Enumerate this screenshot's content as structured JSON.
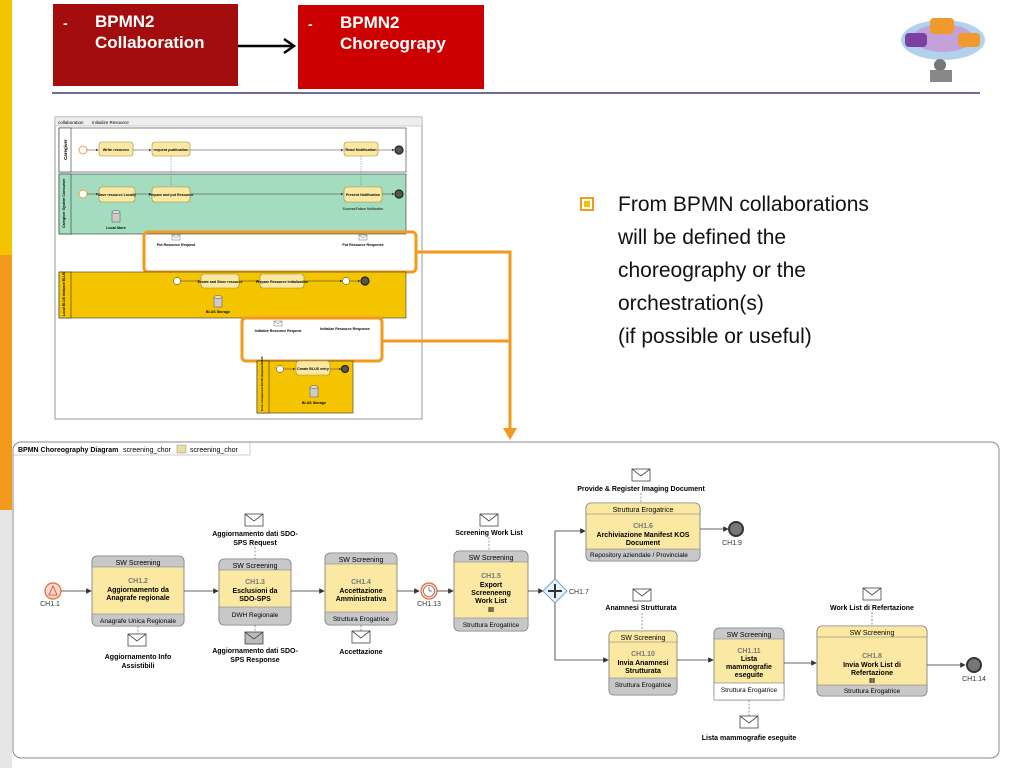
{
  "header": {
    "collab_dash": "-",
    "collab_line1": "BPMN2",
    "collab_line2": "Collaboration",
    "choreo_dash": "-",
    "choreo_line1": "BPMN2",
    "choreo_line2": "Choreograpy"
  },
  "colors": {
    "dark_red": "#a30d0d",
    "red": "#cc0000",
    "orange": "#f39a1e",
    "yellow": "#f5c400"
  },
  "bullet": {
    "line1": "From BPMN collaborations",
    "line2": "will be defined the",
    "line3": "choreography or the",
    "line4": "orchestration(s)",
    "line5": "(if possible or useful)"
  },
  "collab": {
    "tab": "collaboration",
    "tab2": "Initialize Resource",
    "lane1": "Caregiver",
    "lane2": "Caregiver System Consumer",
    "lane3": "Local BLUS Instance BLUS",
    "lane4": "Core component BLUS Hospital BLUS",
    "t_write": "Write resource",
    "t_request": "request publication",
    "t_read": "Read Notification",
    "t_save": "Save resource Locally",
    "t_prepare": "Prepare and put Resource",
    "t_present": "Present Notification",
    "success": "Success/Failure Notification",
    "local_store": "Local Store",
    "m_put_req": "Put Resource Request",
    "m_put_resp": "Put Resource Response",
    "t_create": "Create and Store resource",
    "t_prep_init": "Prepare Resource Initialization",
    "blus_storage": "BLUS Storage",
    "m_init_req": "Initialize Resource Request",
    "m_init_resp": "Initialize Resource Response",
    "t_create_blus": "Create BLUS entry",
    "blus_storage2": "BLUS Storage"
  },
  "choreo": {
    "title": "BPMN Choreography Diagram",
    "tab1": "screening_chor",
    "tab2": "screening_chor",
    "start": "CH1.1",
    "end1": "CH1.9",
    "end2": "CH1.14",
    "timer": "CH1.13",
    "gateway": "CH1.7",
    "act2": {
      "top": "SW Screening",
      "id": "CH1.2",
      "name1": "Aggiornamento da",
      "name2": "Anagrafe regionale",
      "bottom": "Anagrafe Unica Regionale",
      "msg_below1": "Aggiornamento Info",
      "msg_below2": "Assistibili"
    },
    "act3": {
      "top": "SW Screening",
      "id": "CH1.3",
      "name1": "Esclusioni da",
      "name2": "SDO-SPS",
      "bottom": "DWH Regionale",
      "msg_above1": "Aggiornamento dati SDO-",
      "msg_above2": "SPS Request",
      "msg_below1": "Aggiornamento dati SDO-",
      "msg_below2": "SPS Response"
    },
    "act4": {
      "top": "SW Screening",
      "id": "CH1.4",
      "name1": "Accettazione",
      "name2": "Amministrativa",
      "bottom": "Struttura Erogatrice",
      "msg_below": "Accettazione"
    },
    "act5": {
      "top": "SW Screening",
      "id": "CH1.5",
      "name1": "Export",
      "name2": "Screeneeng",
      "name3": "Work List",
      "marker": "III",
      "bottom": "Struttura Erogatrice",
      "msg_above": "Screening Work List"
    },
    "act6": {
      "top": "Struttura Erogatrice",
      "id": "CH1.6",
      "name1": "Archiviazione Manifest KOS",
      "name2": "Document",
      "bottom": "Repository aziendale / Provinciale",
      "msg_above": "Provide & Register Imaging Document"
    },
    "act10": {
      "top": "SW Screening",
      "id": "CH1.10",
      "name1": "Invia Anamnesi",
      "name2": "Strutturata",
      "bottom": "Struttura Erogatrice",
      "msg_above": "Anamnesi Strutturata"
    },
    "act11": {
      "top": "SW Screening",
      "id": "CH1.11",
      "name1": "Lista",
      "name2": "mammografie",
      "name3": "eseguite",
      "bottom": "Struttura Erogatrice",
      "msg_below": "Lista mammografie eseguite"
    },
    "act8": {
      "top": "SW Screening",
      "id": "CH1.8",
      "name1": "Invia Work List di",
      "name2": "Refertazione",
      "marker": "III",
      "bottom": "Struttura Erogatrice",
      "msg_above": "Work List di Refertazione"
    }
  }
}
